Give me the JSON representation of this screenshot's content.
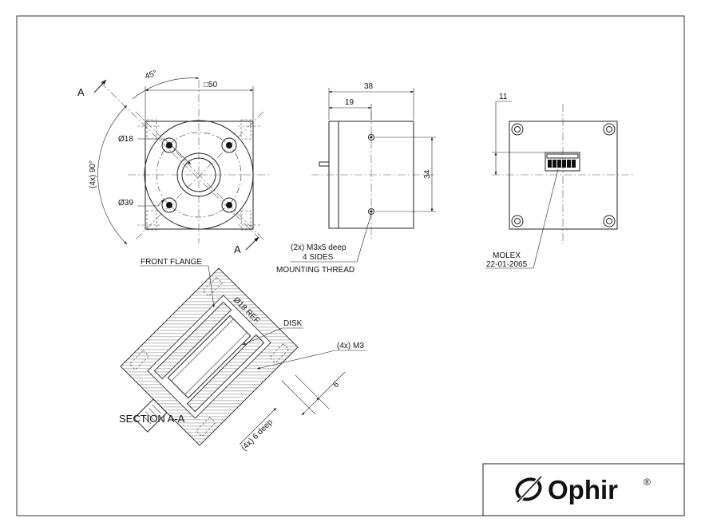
{
  "front_view": {
    "square_dim": "□50",
    "angle_dim": "45°",
    "pattern_dim": "(4x) 90°",
    "bore_dim": "Ø18",
    "bolt_circle_dim": "Ø39",
    "section_mark_top": "A",
    "section_mark_bottom": "A"
  },
  "side_view": {
    "overall_dim": "38",
    "offset_dim": "19",
    "hole_spacing_dim": "34",
    "thread_note_line1": "(2x) M3x5 deep",
    "thread_note_line2": "4 SIDES",
    "thread_note_line3": "MOUNTING THREAD"
  },
  "rear_view": {
    "connector_dim": "11",
    "connector_note_line1": "MOLEX",
    "connector_note_line2": "22-01-2065"
  },
  "section_view": {
    "front_flange_label": "FRONT FLANGE",
    "ref_dim": "Ø18 REF",
    "disk_label": "DISK",
    "screw_note": "(4x) M3",
    "depth_note": "(4x) 6 deep",
    "depth_dim": "6",
    "title": "SECTION A-A"
  },
  "title_block": {
    "logo_text": "Ophir",
    "registered_mark": "®"
  }
}
